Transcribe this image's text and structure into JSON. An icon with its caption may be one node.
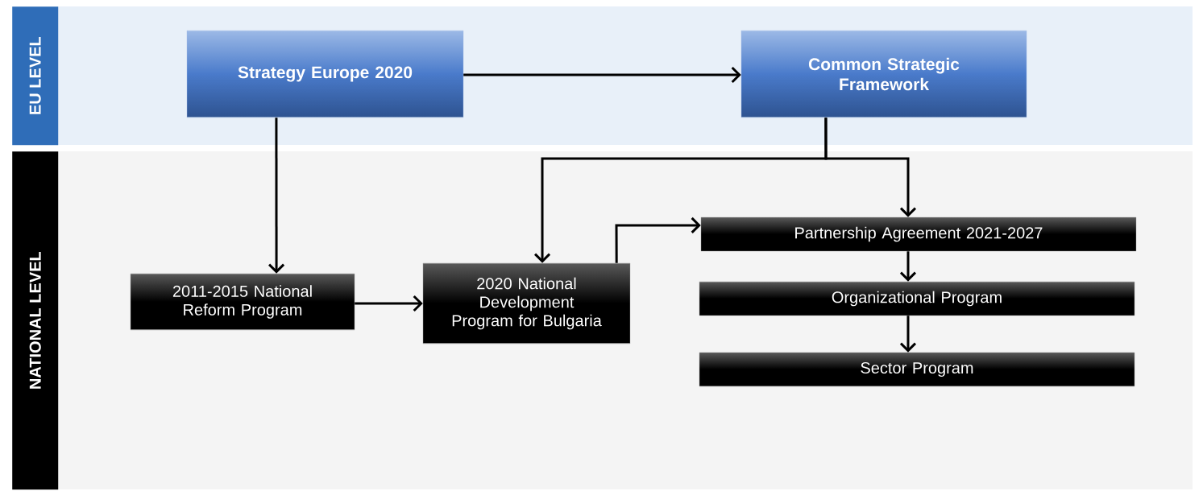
{
  "diagram": {
    "nodes": [
      {
        "text": [
          "EU LEVEL"
        ]
      },
      {
        "text": [
          "Strategy Europe 2020"
        ],
        "in": 0
      },
      {
        "text": [
          "Common Strategic Framework"
        ],
        "in": 0
      },
      {
        "text": [
          "NATIONAL LEVEL"
        ]
      },
      {
        "text": [
          "2011-2015 National Reform Program"
        ],
        "in": 3
      },
      {
        "text": [
          "2020 National Development Program for Bulgaria"
        ],
        "in": 3
      },
      {
        "text": [
          "Partnership Agreement 2021-2027"
        ],
        "in": 3
      },
      {
        "text": [
          "Organizational Program"
        ],
        "in": 3
      },
      {
        "text": [
          "Sector Program"
        ],
        "in": 3
      }
    ],
    "edges": [
      {
        "from": 1,
        "to": 2,
        "arrow": "to"
      },
      {
        "from": 1,
        "to": 4,
        "arrow": "to"
      },
      {
        "from": 2,
        "to": 5,
        "arrow": "to"
      },
      {
        "from": 2,
        "to": 6,
        "arrow": "to"
      },
      {
        "from": 4,
        "to": 5,
        "arrow": "to"
      },
      {
        "from": 5,
        "to": 6,
        "arrow": "to"
      },
      {
        "from": 6,
        "to": 7,
        "arrow": "to"
      },
      {
        "from": 7,
        "to": 8,
        "arrow": "to"
      }
    ]
  }
}
